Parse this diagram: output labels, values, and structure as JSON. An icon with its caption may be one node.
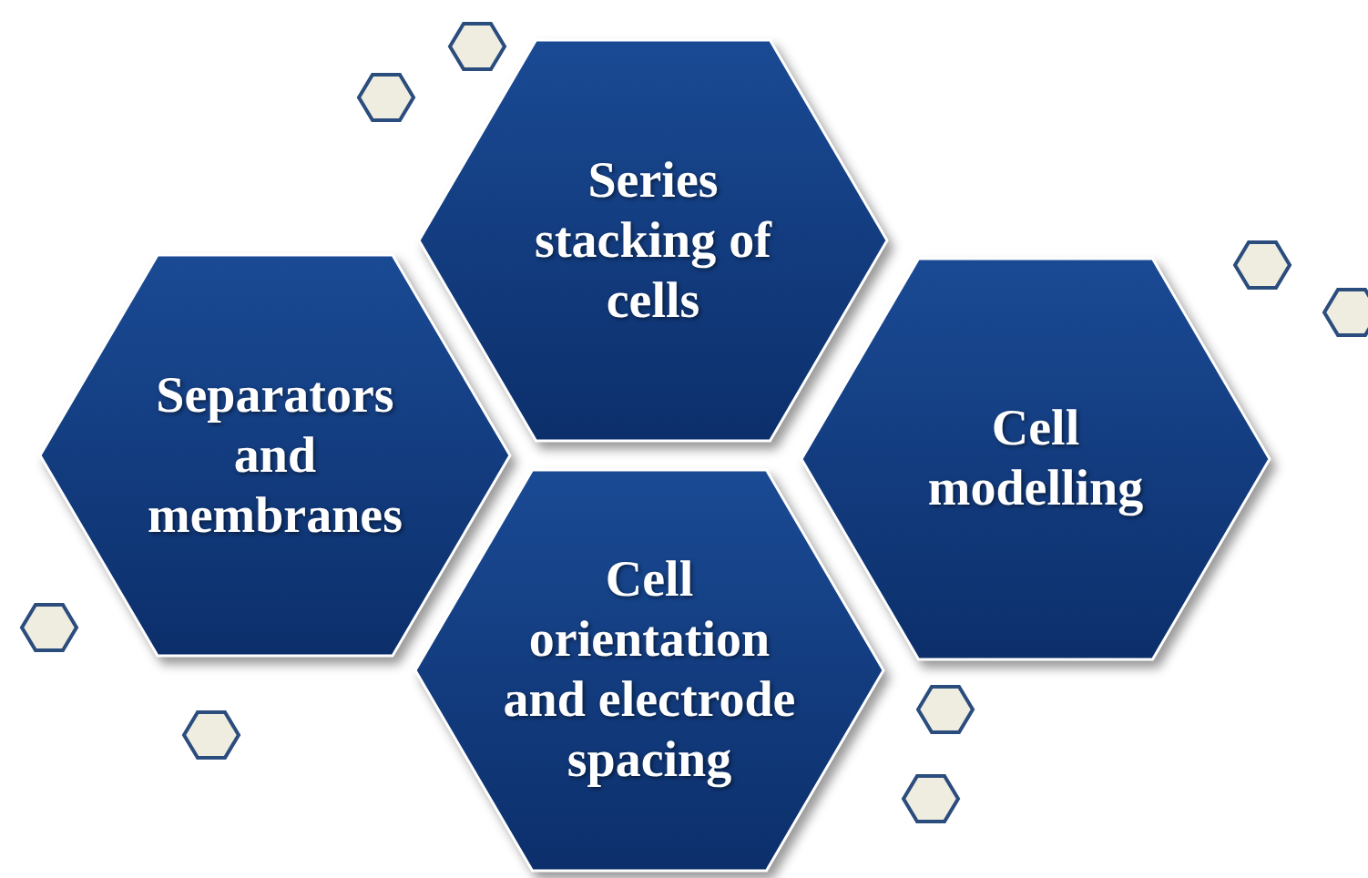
{
  "diagram": {
    "nodes": [
      {
        "text": [
          "Series stacking of cells"
        ]
      },
      {
        "text": [
          "Separators and membranes"
        ]
      },
      {
        "text": [
          "Cell modelling"
        ]
      },
      {
        "text": [
          "Cell orientation and electrode spacing"
        ]
      },
      {
        "text": [],
        "shape": "hexagon"
      },
      {
        "text": [],
        "shape": "hexagon"
      },
      {
        "text": [],
        "shape": "hexagon"
      },
      {
        "text": [],
        "shape": "hexagon"
      },
      {
        "text": [],
        "shape": "hexagon"
      },
      {
        "text": [],
        "shape": "hexagon"
      },
      {
        "text": [],
        "shape": "hexagon"
      },
      {
        "text": [],
        "shape": "hexagon"
      }
    ]
  }
}
